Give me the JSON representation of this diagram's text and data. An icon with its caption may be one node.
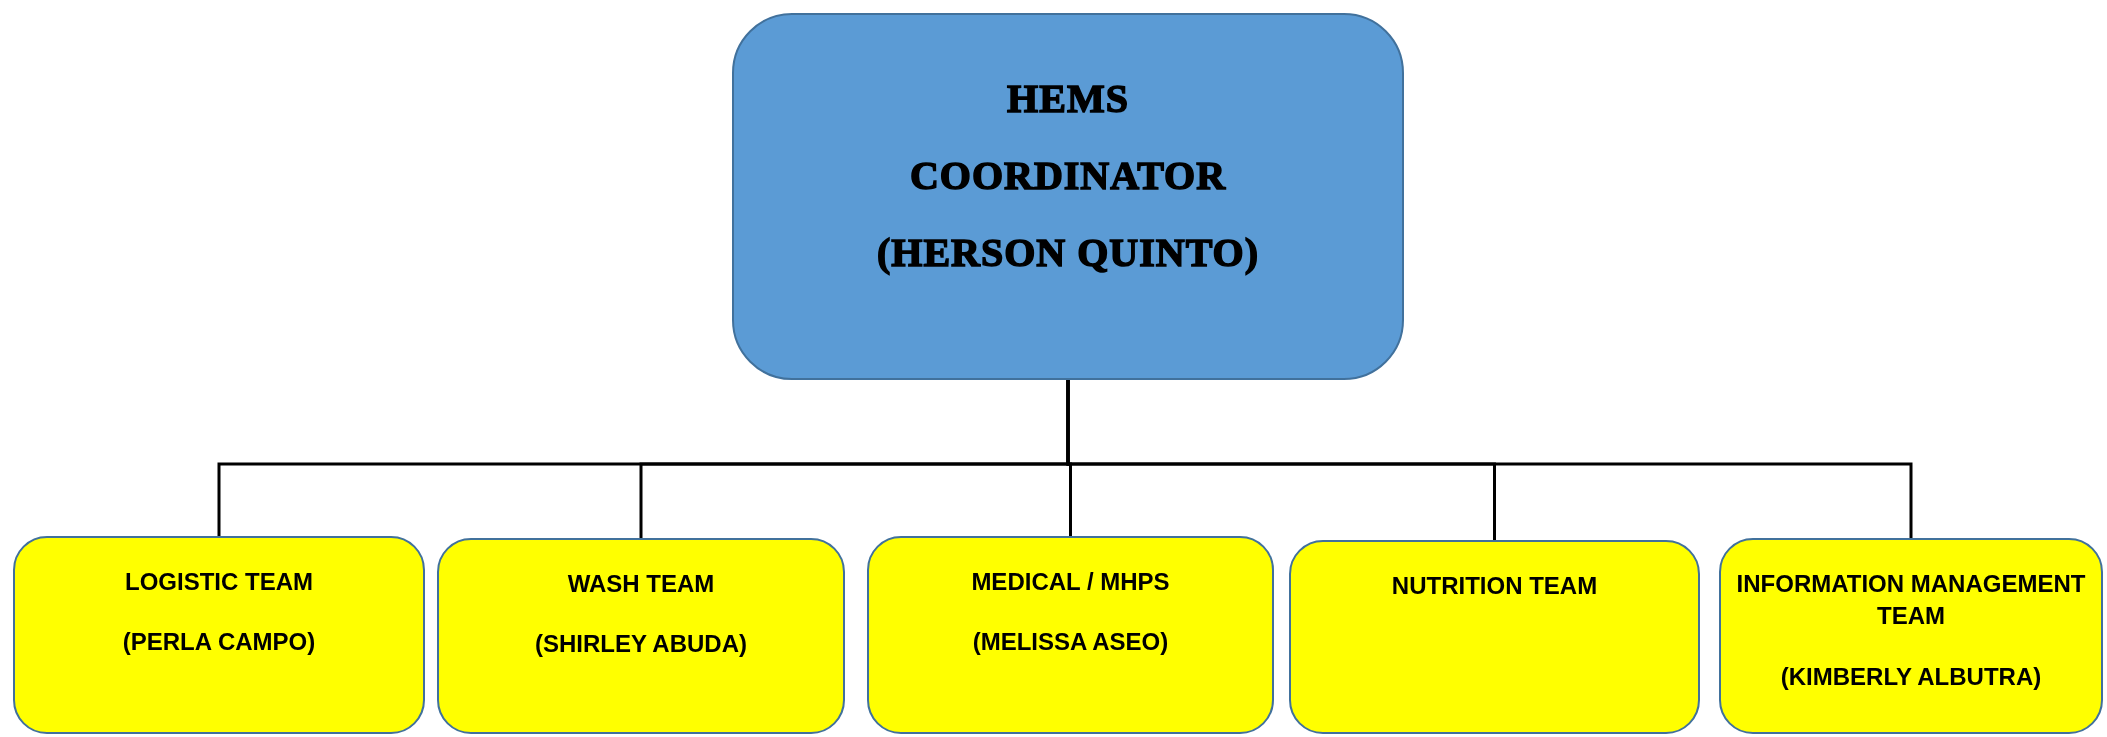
{
  "diagram": {
    "nodes": [
      {
        "text": [
          "HEMS",
          "COORDINATOR",
          "(HERSON QUINTO)"
        ]
      },
      {
        "text": [
          "LOGISTIC TEAM",
          "(PERLA CAMPO)"
        ]
      },
      {
        "text": [
          "WASH TEAM",
          "(SHIRLEY ABUDA)"
        ]
      },
      {
        "text": [
          "MEDICAL / MHPS",
          "(MELISSA ASEO)"
        ]
      },
      {
        "text": [
          "NUTRITION TEAM"
        ]
      },
      {
        "text": [
          "INFORMATION MANAGEMENT TEAM",
          "(KIMBERLY ALBUTRA)"
        ]
      }
    ],
    "edges": [
      {
        "from": 0,
        "to": 1,
        "arrow": "none"
      },
      {
        "from": 0,
        "to": 2,
        "arrow": "none"
      },
      {
        "from": 0,
        "to": 3,
        "arrow": "none"
      },
      {
        "from": 0,
        "to": 4,
        "arrow": "none"
      },
      {
        "from": 0,
        "to": 5,
        "arrow": "none"
      }
    ]
  }
}
